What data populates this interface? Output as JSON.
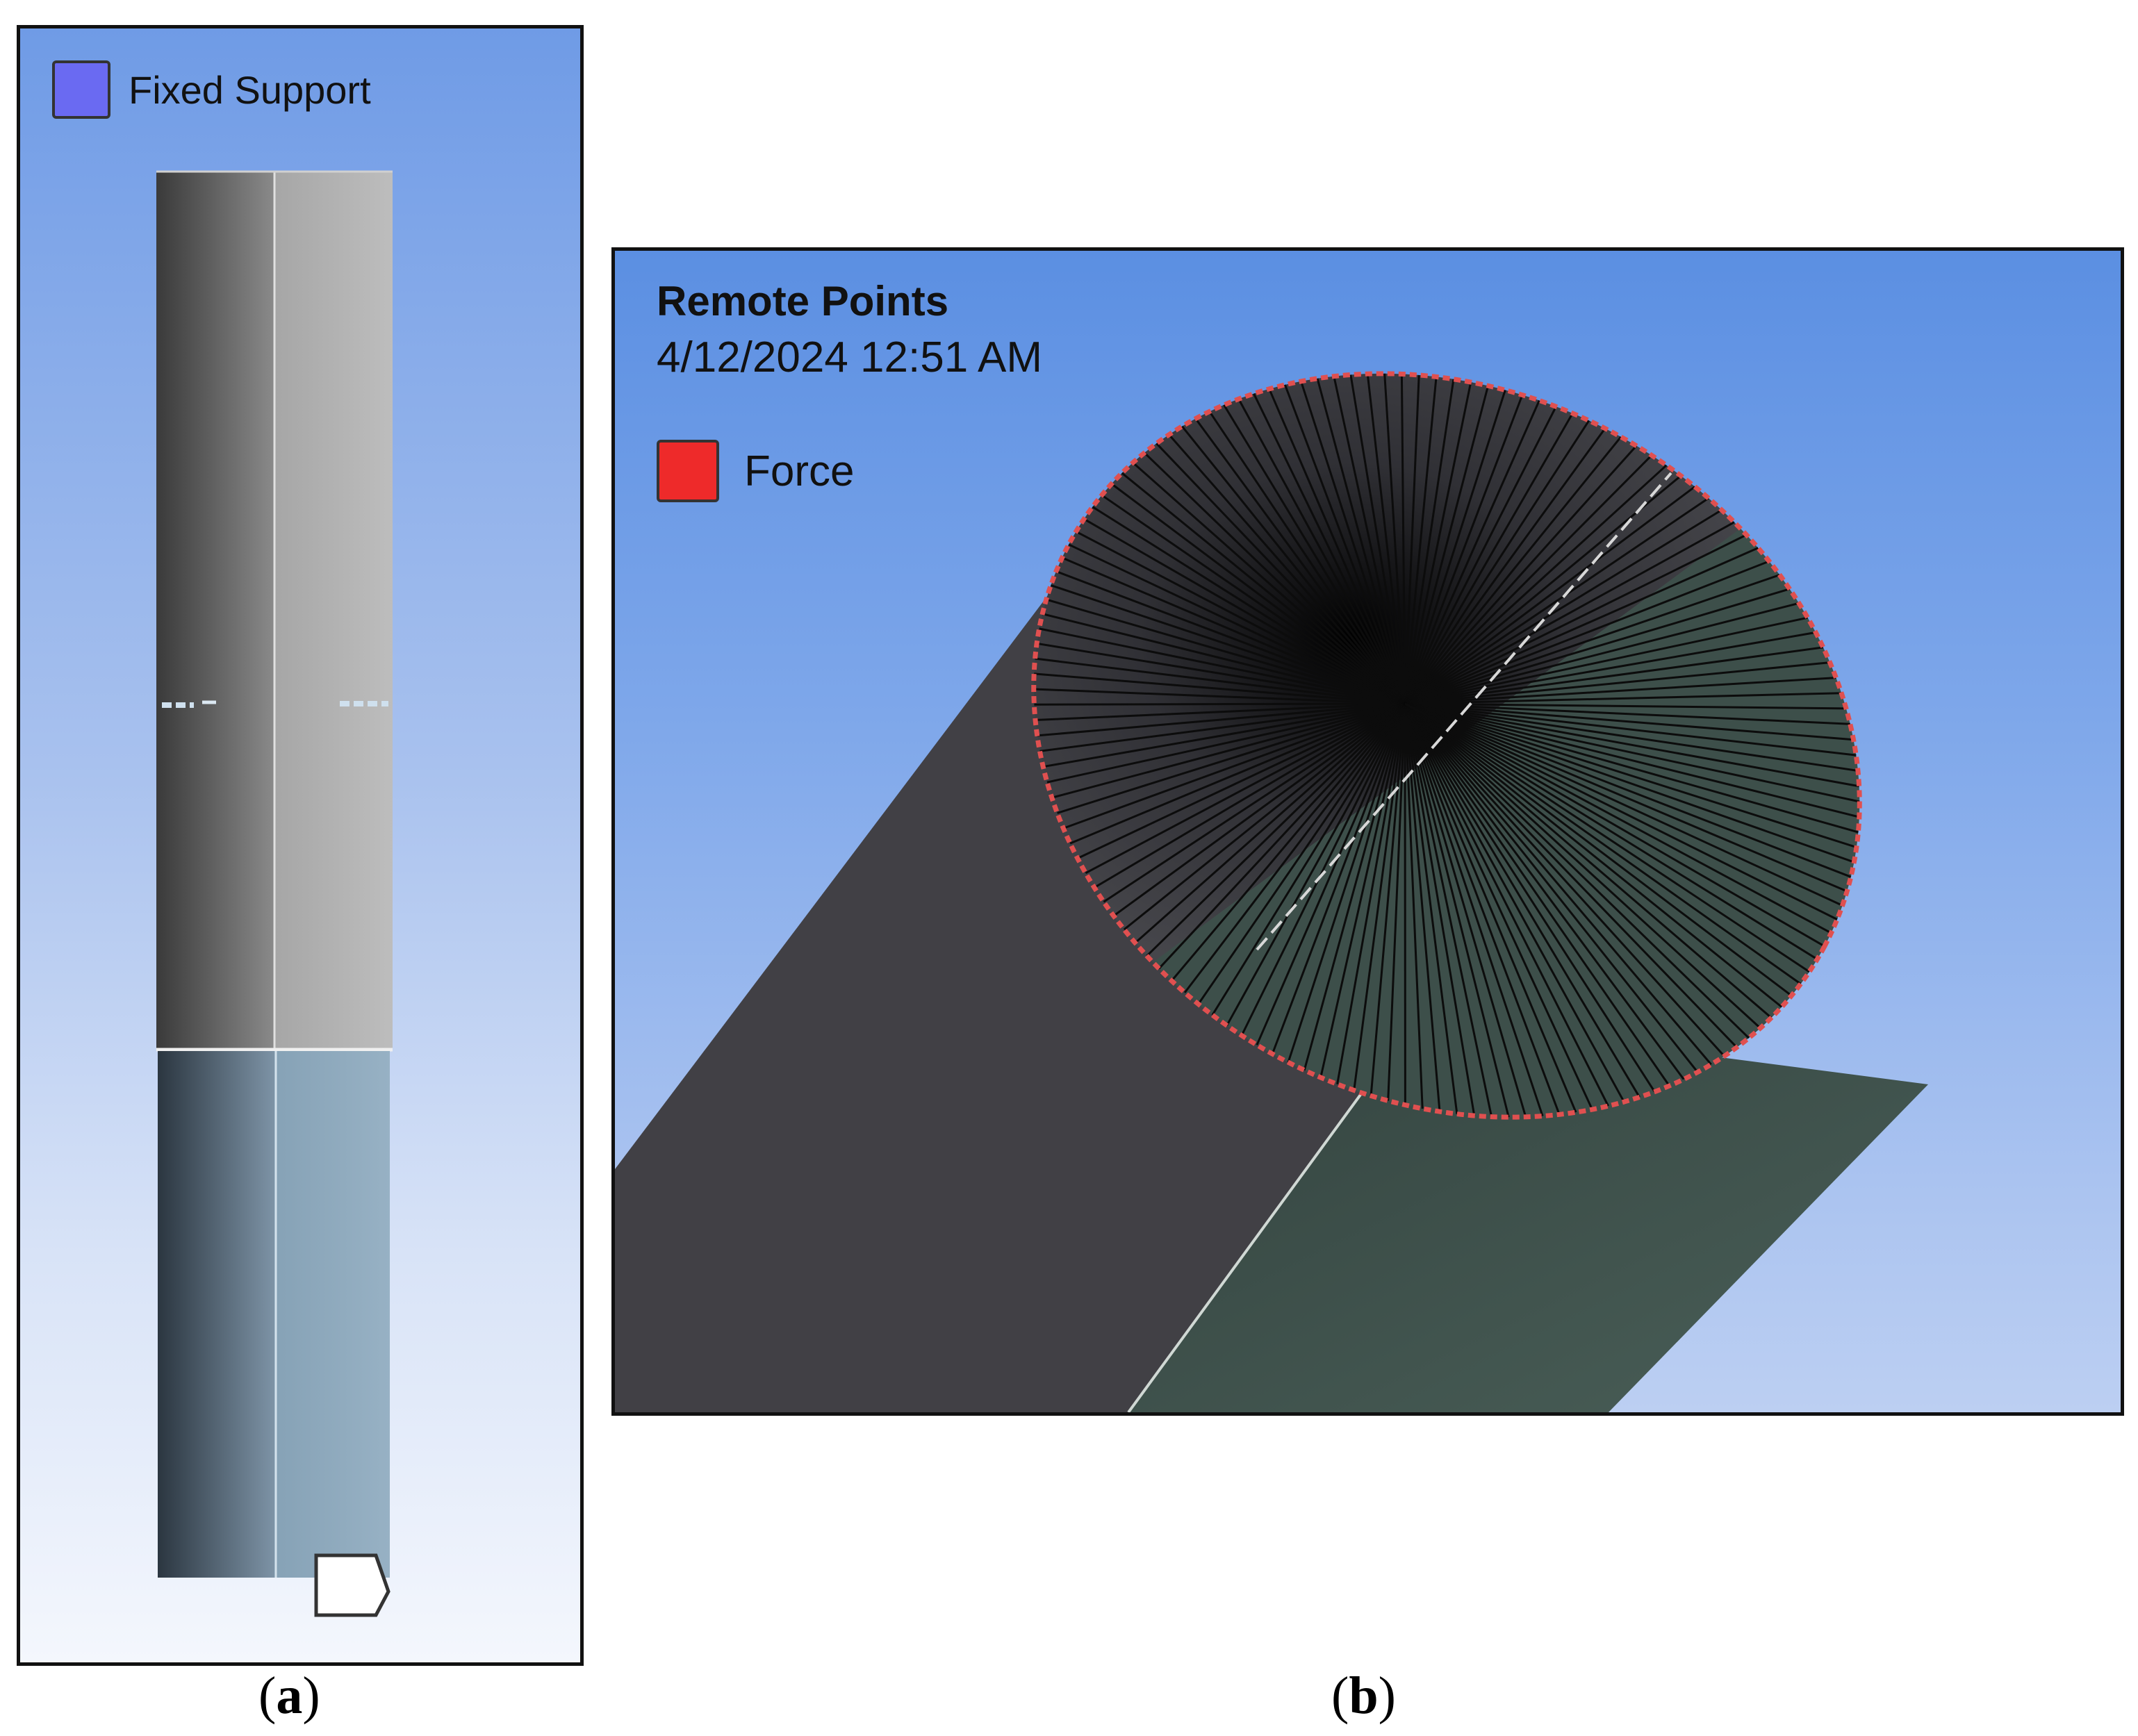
{
  "panel_a": {
    "legend_label": "Fixed Support",
    "legend_color": "#6a6af2",
    "caption_letter": "a"
  },
  "panel_b": {
    "title": "Remote Points",
    "timestamp": "4/12/2024 12:51 AM",
    "legend_label": "Force",
    "legend_color": "#ee2a2a",
    "caption_letter": "b"
  },
  "colors": {
    "support_edge": "#e05050",
    "rod_upper_dark": "#3a3a3a",
    "rod_upper_light": "#b4b4b4",
    "rod_lower_dark": "#2f3a44",
    "rod_lower_light": "#8ea9bc",
    "cylinder_left_face": "#414045",
    "cylinder_right_face": "#3d4f4a"
  }
}
